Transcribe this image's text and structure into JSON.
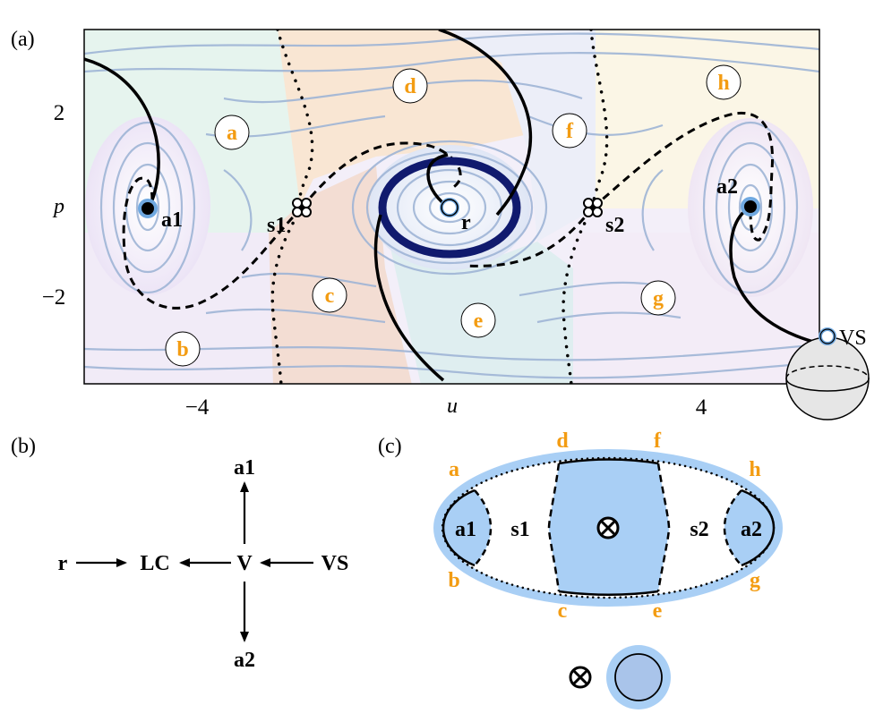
{
  "panel_a": {
    "label": "(a)",
    "x_axis_label": "u",
    "y_axis_label": "p",
    "x_ticks": [
      "−4",
      "4"
    ],
    "y_ticks": [
      "2",
      "−2"
    ],
    "regions": [
      "a",
      "b",
      "c",
      "d",
      "e",
      "f",
      "g",
      "h"
    ],
    "points": {
      "a1": "a1",
      "a2": "a2",
      "s1": "s1",
      "s2": "s2",
      "r": "r",
      "vs": "VS"
    }
  },
  "panel_b": {
    "label": "(b)",
    "nodes": {
      "a1": "a1",
      "a2": "a2",
      "r": "r",
      "lc": "LC",
      "v": "V",
      "vs": "VS"
    }
  },
  "panel_c": {
    "label": "(c)",
    "corner_labels": [
      "a",
      "b",
      "c",
      "d",
      "e",
      "f",
      "g",
      "h"
    ],
    "nodes": {
      "a1": "a1",
      "a2": "a2",
      "s1": "s1",
      "s2": "s2"
    }
  },
  "colors": {
    "orange_label": "#f39c12",
    "streamline": "#9fb5d6",
    "limit_cycle": "#101a6e",
    "blue_fill": "#a9cff5",
    "blue_ring": "#a9cff5"
  }
}
